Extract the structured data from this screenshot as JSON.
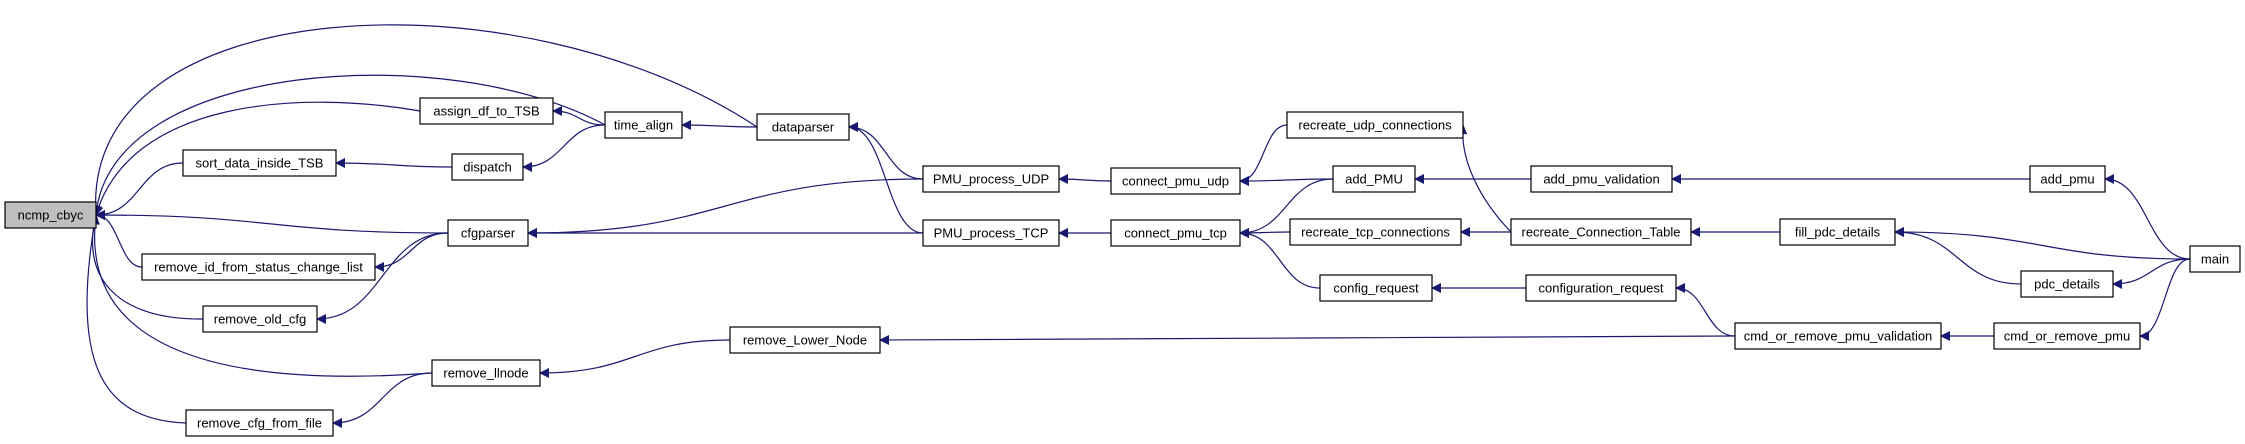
{
  "diagram": {
    "type": "call-graph",
    "nodes": [
      {
        "id": "ncmp_cbyc",
        "label": "ncmp_cbyc"
      },
      {
        "id": "assign_df_to_TSB",
        "label": "assign_df_to_TSB"
      },
      {
        "id": "sort_data_inside_TSB",
        "label": "sort_data_inside_TSB"
      },
      {
        "id": "remove_id_from_status_change_list",
        "label": "remove_id_from_status_change_list"
      },
      {
        "id": "remove_old_cfg",
        "label": "remove_old_cfg"
      },
      {
        "id": "remove_cfg_from_file",
        "label": "remove_cfg_from_file"
      },
      {
        "id": "dispatch",
        "label": "dispatch"
      },
      {
        "id": "cfgparser",
        "label": "cfgparser"
      },
      {
        "id": "remove_llnode",
        "label": "remove_llnode"
      },
      {
        "id": "time_align",
        "label": "time_align"
      },
      {
        "id": "remove_Lower_Node",
        "label": "remove_Lower_Node"
      },
      {
        "id": "dataparser",
        "label": "dataparser"
      },
      {
        "id": "PMU_process_UDP",
        "label": "PMU_process_UDP"
      },
      {
        "id": "PMU_process_TCP",
        "label": "PMU_process_TCP"
      },
      {
        "id": "connect_pmu_udp",
        "label": "connect_pmu_udp"
      },
      {
        "id": "connect_pmu_tcp",
        "label": "connect_pmu_tcp"
      },
      {
        "id": "recreate_udp_connections",
        "label": "recreate_udp_connections"
      },
      {
        "id": "add_PMU",
        "label": "add_PMU"
      },
      {
        "id": "recreate_tcp_connections",
        "label": "recreate_tcp_connections"
      },
      {
        "id": "config_request",
        "label": "config_request"
      },
      {
        "id": "add_pmu_validation",
        "label": "add_pmu_validation"
      },
      {
        "id": "recreate_Connection_Table",
        "label": "recreate_Connection_Table"
      },
      {
        "id": "configuration_request",
        "label": "configuration_request"
      },
      {
        "id": "cmd_or_remove_pmu_validation",
        "label": "cmd_or_remove_pmu_validation"
      },
      {
        "id": "fill_pdc_details",
        "label": "fill_pdc_details"
      },
      {
        "id": "cmd_or_remove_pmu",
        "label": "cmd_or_remove_pmu"
      },
      {
        "id": "add_pmu",
        "label": "add_pmu"
      },
      {
        "id": "pdc_details",
        "label": "pdc_details"
      },
      {
        "id": "main",
        "label": "main"
      }
    ],
    "edges": [
      {
        "from": "assign_df_to_TSB",
        "to": "ncmp_cbyc"
      },
      {
        "from": "sort_data_inside_TSB",
        "to": "ncmp_cbyc"
      },
      {
        "from": "remove_id_from_status_change_list",
        "to": "ncmp_cbyc"
      },
      {
        "from": "remove_old_cfg",
        "to": "ncmp_cbyc"
      },
      {
        "from": "remove_cfg_from_file",
        "to": "ncmp_cbyc"
      },
      {
        "from": "cfgparser",
        "to": "ncmp_cbyc"
      },
      {
        "from": "remove_llnode",
        "to": "ncmp_cbyc"
      },
      {
        "from": "time_align",
        "to": "ncmp_cbyc"
      },
      {
        "from": "dataparser",
        "to": "ncmp_cbyc"
      },
      {
        "from": "time_align",
        "to": "assign_df_to_TSB"
      },
      {
        "from": "dispatch",
        "to": "sort_data_inside_TSB"
      },
      {
        "from": "cfgparser",
        "to": "remove_id_from_status_change_list"
      },
      {
        "from": "cfgparser",
        "to": "remove_old_cfg"
      },
      {
        "from": "remove_llnode",
        "to": "remove_cfg_from_file"
      },
      {
        "from": "time_align",
        "to": "dispatch"
      },
      {
        "from": "dataparser",
        "to": "time_align"
      },
      {
        "from": "remove_Lower_Node",
        "to": "remove_llnode"
      },
      {
        "from": "PMU_process_UDP",
        "to": "cfgparser"
      },
      {
        "from": "PMU_process_TCP",
        "to": "cfgparser"
      },
      {
        "from": "PMU_process_UDP",
        "to": "dataparser"
      },
      {
        "from": "PMU_process_TCP",
        "to": "dataparser"
      },
      {
        "from": "connect_pmu_udp",
        "to": "PMU_process_UDP"
      },
      {
        "from": "connect_pmu_tcp",
        "to": "PMU_process_TCP"
      },
      {
        "from": "recreate_udp_connections",
        "to": "connect_pmu_udp"
      },
      {
        "from": "add_PMU",
        "to": "connect_pmu_udp"
      },
      {
        "from": "add_PMU",
        "to": "connect_pmu_tcp"
      },
      {
        "from": "recreate_tcp_connections",
        "to": "connect_pmu_tcp"
      },
      {
        "from": "config_request",
        "to": "connect_pmu_tcp"
      },
      {
        "from": "add_pmu_validation",
        "to": "add_PMU"
      },
      {
        "from": "recreate_Connection_Table",
        "to": "recreate_udp_connections"
      },
      {
        "from": "recreate_Connection_Table",
        "to": "recreate_tcp_connections"
      },
      {
        "from": "configuration_request",
        "to": "config_request"
      },
      {
        "from": "cmd_or_remove_pmu_validation",
        "to": "configuration_request"
      },
      {
        "from": "cmd_or_remove_pmu_validation",
        "to": "remove_Lower_Node"
      },
      {
        "from": "add_pmu",
        "to": "add_pmu_validation"
      },
      {
        "from": "fill_pdc_details",
        "to": "recreate_Connection_Table"
      },
      {
        "from": "cmd_or_remove_pmu",
        "to": "cmd_or_remove_pmu_validation"
      },
      {
        "from": "main",
        "to": "add_pmu"
      },
      {
        "from": "main",
        "to": "fill_pdc_details"
      },
      {
        "from": "pdc_details",
        "to": "fill_pdc_details"
      },
      {
        "from": "main",
        "to": "pdc_details"
      },
      {
        "from": "main",
        "to": "cmd_or_remove_pmu"
      }
    ]
  },
  "colors": {
    "edge": "#191970",
    "node_fill": "#ffffff",
    "root_fill": "#bfbfbf",
    "node_stroke": "#000000"
  }
}
